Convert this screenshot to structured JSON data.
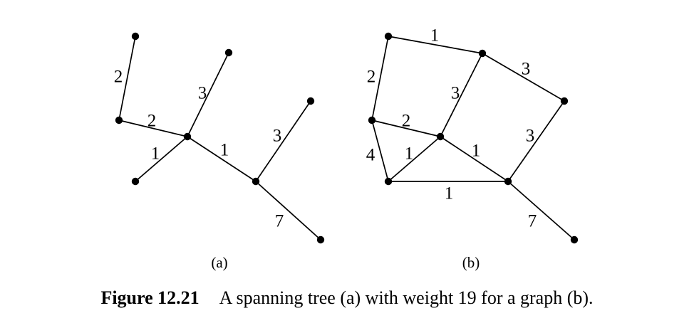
{
  "graphs": [
    {
      "id": "a",
      "label": "(a)",
      "edges": [
        {
          "from": "a1",
          "to": "a2",
          "weight": "2"
        },
        {
          "from": "a2",
          "to": "a4",
          "weight": "2"
        },
        {
          "from": "a3",
          "to": "a4",
          "weight": "3"
        },
        {
          "from": "a5",
          "to": "a4",
          "weight": "1"
        },
        {
          "from": "a4",
          "to": "a6",
          "weight": "1"
        },
        {
          "from": "a7",
          "to": "a6",
          "weight": "3"
        },
        {
          "from": "a6",
          "to": "a8",
          "weight": "7"
        }
      ]
    },
    {
      "id": "b",
      "label": "(b)",
      "edges": [
        {
          "from": "b1",
          "to": "b2",
          "weight": "1"
        },
        {
          "from": "b2",
          "to": "b3",
          "weight": "3"
        },
        {
          "from": "b1",
          "to": "b4",
          "weight": "2"
        },
        {
          "from": "b4",
          "to": "b5",
          "weight": "2"
        },
        {
          "from": "b2",
          "to": "b5",
          "weight": "3"
        },
        {
          "from": "b4",
          "to": "b6",
          "weight": "4"
        },
        {
          "from": "b6",
          "to": "b5",
          "weight": "1"
        },
        {
          "from": "b5",
          "to": "b7",
          "weight": "1"
        },
        {
          "from": "b6",
          "to": "b7",
          "weight": "1"
        },
        {
          "from": "b3",
          "to": "b7",
          "weight": "3"
        },
        {
          "from": "b7",
          "to": "b8",
          "weight": "7"
        }
      ]
    }
  ],
  "caption": {
    "number": "Figure 12.21",
    "text": "A spanning tree (a) with weight 19 for a graph (b)."
  }
}
